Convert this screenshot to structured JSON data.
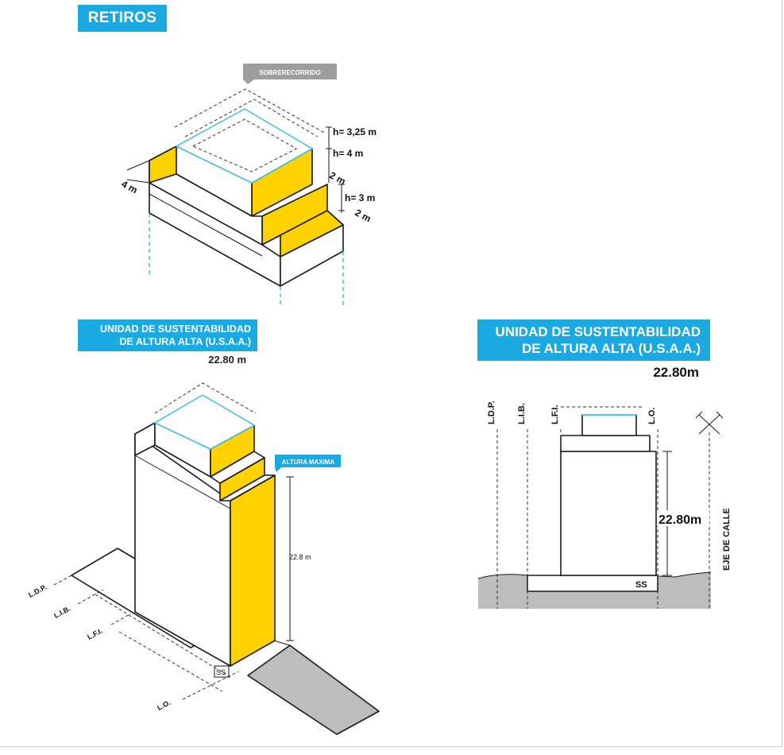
{
  "titles": {
    "retiros": "RETIROS",
    "usaa_left_line1": "UNIDAD DE SUSTENTABILIDAD",
    "usaa_left_line2": "DE ALTURA ALTA (U.S.A.A.)",
    "usaa_right_line1": "UNIDAD DE SUSTENTABILIDAD",
    "usaa_right_line2": "DE ALTURA ALTA (U.S.A.A.)"
  },
  "heights": {
    "left": "22.80 m",
    "right": "22.80m"
  },
  "retiros_diagram": {
    "sobrerecorrido_label": "SOBRERECORRIDO",
    "dim_h1": "h= 3,25 m",
    "dim_h2": "h= 4 m",
    "dim_h3": "h= 3 m",
    "dim_setback1": "2 m",
    "dim_setback2": "2 m",
    "dim_side": "4 m"
  },
  "iso_diagram": {
    "altura_maxima_label": "ALTURA MAXIMA",
    "height_dim": "22.8 m",
    "ss_label": "SS",
    "ldp_label": "L.D.P.",
    "lib_label": "L.I.B.",
    "lfi_label": "L.F.I.",
    "lo_label": "L.O."
  },
  "section_diagram": {
    "ldp_label": "L.D.P.",
    "lib_label": "L.I.B.",
    "lfi_label": "L.F.I.",
    "lo_label": "L.O.",
    "height_dim": "22.80m",
    "ss_label": "SS",
    "eje_label": "EJE DE CALLE"
  },
  "colors": {
    "accent_cyan": "#1aa9e1",
    "yellow": "#ffd200",
    "grey_street": "#bdbdbd",
    "outline_blue": "#4dc3ea"
  }
}
